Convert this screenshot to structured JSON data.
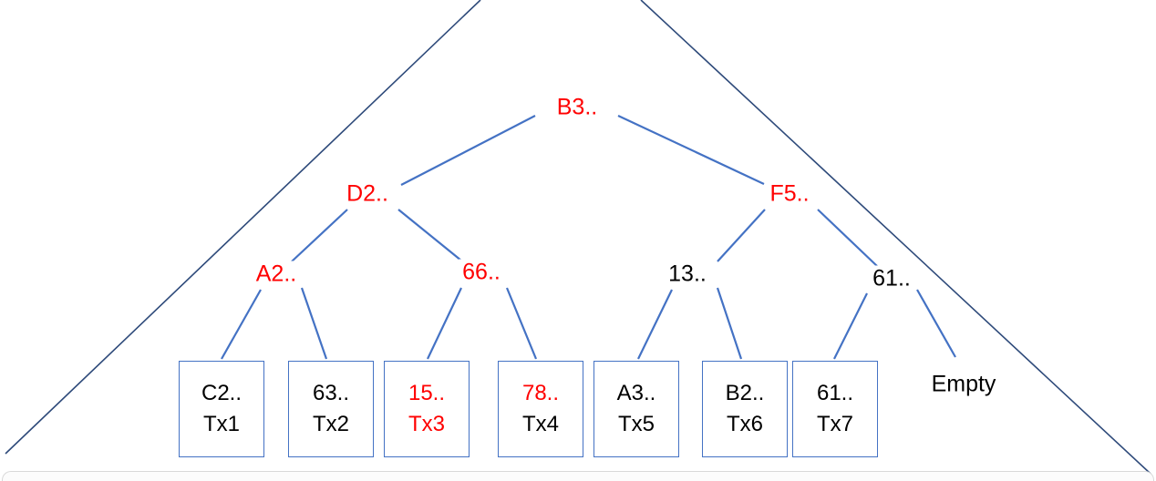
{
  "diagram": {
    "title_hint": "Merkle tree with highlighted authentication path",
    "nodes": {
      "b3": {
        "label": "B3..",
        "color": "#ff0000"
      },
      "d2": {
        "label": "D2..",
        "color": "#ff0000"
      },
      "f5": {
        "label": "F5..",
        "color": "#ff0000"
      },
      "a2": {
        "label": "A2..",
        "color": "#ff0000"
      },
      "n66": {
        "label": "66..",
        "color": "#ff0000"
      },
      "n13": {
        "label": "13..",
        "color": "#000000"
      },
      "n61": {
        "label": "61..",
        "color": "#000000"
      }
    },
    "leaves": [
      {
        "hash": "C2..",
        "tx": "Tx1",
        "hash_color": "#000000",
        "tx_color": "#000000"
      },
      {
        "hash": "63..",
        "tx": "Tx2",
        "hash_color": "#000000",
        "tx_color": "#000000"
      },
      {
        "hash": "15..",
        "tx": "Tx3",
        "hash_color": "#ff0000",
        "tx_color": "#ff0000"
      },
      {
        "hash": "78..",
        "tx": "Tx4",
        "hash_color": "#ff0000",
        "tx_color": "#000000"
      },
      {
        "hash": "A3..",
        "tx": "Tx5",
        "hash_color": "#000000",
        "tx_color": "#000000"
      },
      {
        "hash": "B2..",
        "tx": "Tx6",
        "hash_color": "#000000",
        "tx_color": "#000000"
      },
      {
        "hash": "61..",
        "tx": "Tx7",
        "hash_color": "#000000",
        "tx_color": "#000000"
      }
    ],
    "empty_label": "Empty",
    "colors": {
      "edge_line": "#4472c4",
      "triangle_line": "#2e4a7a",
      "box_border": "#4472c4",
      "highlight_text": "#ff0000",
      "normal_text": "#000000"
    }
  }
}
